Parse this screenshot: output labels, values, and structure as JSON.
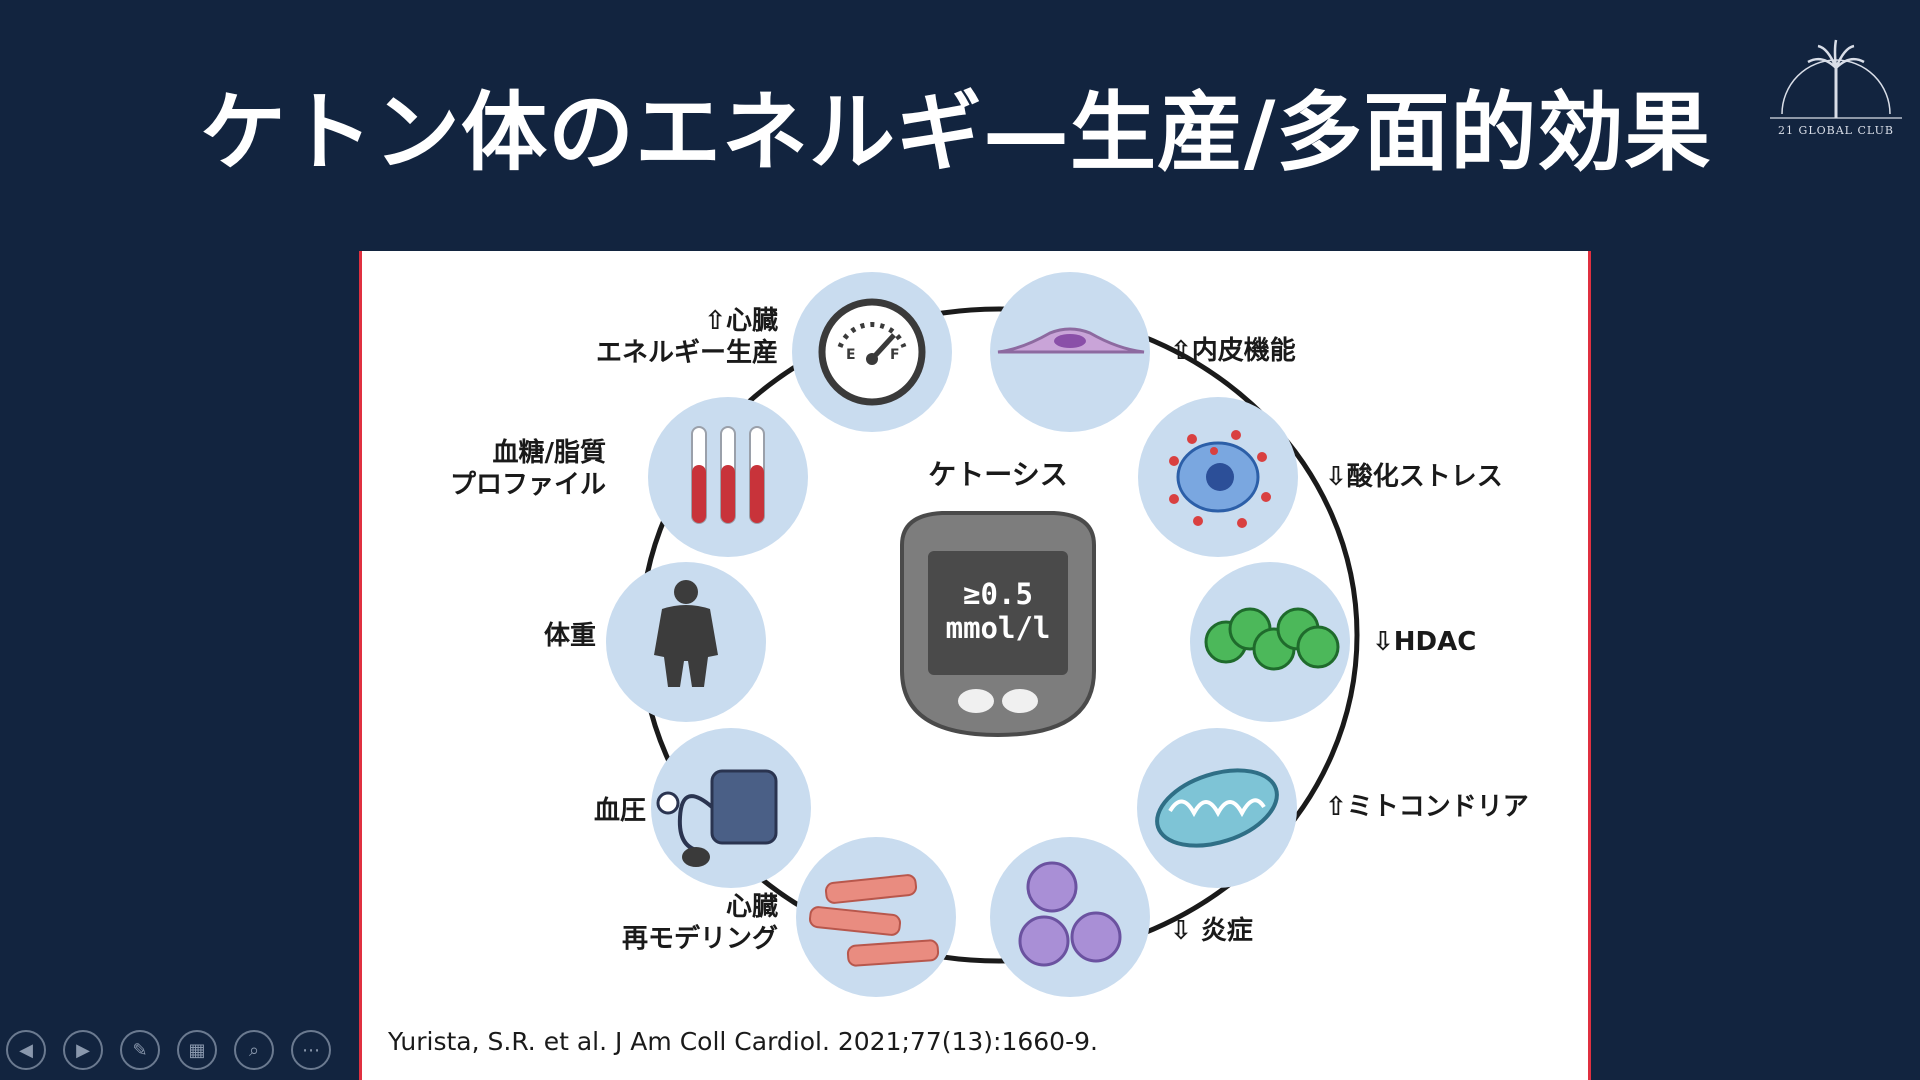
{
  "title": "ケトン体のエネルギ—生産/多面的効果",
  "logo": {
    "text": "21 GLOBAL CLUB"
  },
  "figure": {
    "center": {
      "label": "ケトーシス",
      "meter_line1": "≥0.5",
      "meter_line2": "mmol/l"
    },
    "nodes": [
      {
        "id": "heart-energy",
        "line1": "⇧心臓",
        "line2": "エネルギー生産",
        "icon": "fuel-gauge-icon"
      },
      {
        "id": "endothelial",
        "line1": "⇧内皮機能",
        "line2": "",
        "icon": "endothelial-cell-icon"
      },
      {
        "id": "oxidative",
        "line1": "⇩酸化ストレス",
        "line2": "",
        "icon": "oxidative-cell-icon"
      },
      {
        "id": "hdac",
        "line1": "⇩HDAC",
        "line2": "",
        "icon": "nucleosome-icon"
      },
      {
        "id": "mito",
        "line1": "⇧ミトコンドリア",
        "line2": "",
        "icon": "mitochondria-icon"
      },
      {
        "id": "inflammation",
        "line1": "⇩ 炎症",
        "line2": "",
        "icon": "immune-cells-icon"
      },
      {
        "id": "remodeling",
        "line1": "心臓",
        "line2": "再モデリング",
        "icon": "cardiomyocytes-icon"
      },
      {
        "id": "bp",
        "line1": "血圧",
        "line2": "",
        "icon": "bp-cuff-icon"
      },
      {
        "id": "weight",
        "line1": "体重",
        "line2": "",
        "icon": "body-silhouette-icon"
      },
      {
        "id": "glucose",
        "line1": "血糖/脂質",
        "line2": "プロファイル",
        "icon": "test-tubes-icon"
      }
    ],
    "citation": "Yurista, S.R. et al. J Am Coll Cardiol. 2021;77(13):1660-9."
  },
  "controls": [
    "previous-icon",
    "next-icon",
    "pen-icon",
    "slides-icon",
    "zoom-icon",
    "more-icon"
  ],
  "colors": {
    "background": "#12243f",
    "circle": "#c9dcef",
    "accent": "#e03040"
  }
}
